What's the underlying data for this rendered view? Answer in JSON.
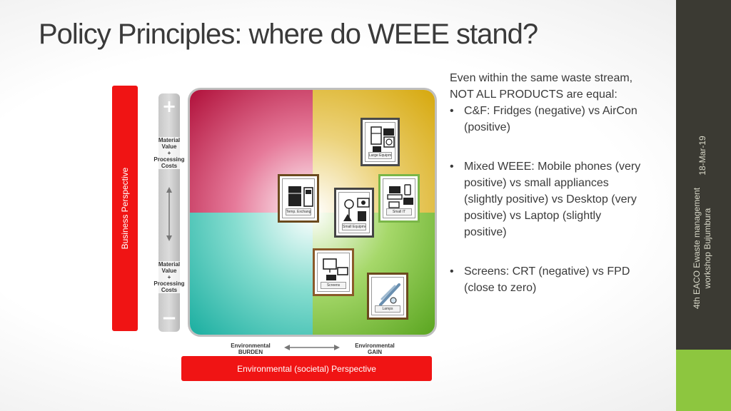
{
  "slide": {
    "title": "Policy Principles: where do WEEE stand?",
    "date": "18-Mar-19",
    "event_line1": "4th EACO Ewaste management",
    "event_line2": "workshop Bujumbura"
  },
  "diagram": {
    "vertical_axis_label": "Business Perspective",
    "horizontal_axis_label": "Environmental (societal) Perspective",
    "thermo_top_label": [
      "Material",
      "Value",
      "+",
      "Processing",
      "Costs"
    ],
    "thermo_bottom_label": [
      "Material",
      "Value",
      "+",
      "Processing",
      "Costs"
    ],
    "plus": "+",
    "minus": "−",
    "env_burden": [
      "Environmental",
      "BURDEN"
    ],
    "env_gain": [
      "Environmental",
      "GAIN"
    ],
    "cards": {
      "large_equipment": "Large Equipment",
      "temp_exchange": "Temp. Exchange",
      "small_equipment": "Small Equipment",
      "small_it": "Small IT",
      "screens": "Screens",
      "lamps": "Lamps"
    },
    "colors": {
      "red_bar": "#f01414",
      "quadrant_top_left": "#b0103a",
      "quadrant_top_right": "#d6a80c",
      "quadrant_bottom_left": "#1aaea0",
      "quadrant_bottom_right": "#5aa520",
      "sidebar": "#3b3a33",
      "sidebar_accent": "#8dc63f"
    }
  },
  "content": {
    "intro": "Even within the same waste stream, NOT ALL PRODUCTS are equal:",
    "bullets": [
      "C&F: Fridges (negative) vs AirCon (positive)",
      "Mixed WEEE: Mobile phones (very positive) vs small appliances (slightly positive) vs Desktop (very positive) vs Laptop (slightly positive)",
      "Screens: CRT (negative) vs FPD (close to zero)"
    ]
  }
}
